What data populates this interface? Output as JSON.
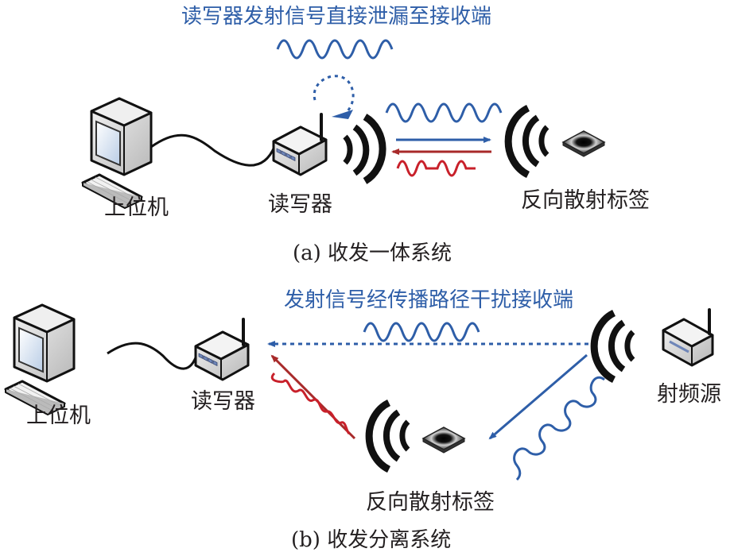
{
  "panel_a": {
    "caption": "(a) 收发一体系统",
    "annotation": "读写器发射信号直接泄漏至接收端",
    "labels": {
      "host": "上位机",
      "reader": "读写器",
      "tag": "反向散射标签"
    }
  },
  "panel_b": {
    "caption": "(b) 收发分离系统",
    "annotation": "发射信号经传播路径干扰接收端",
    "labels": {
      "host": "上位机",
      "reader": "读写器",
      "tag": "反向散射标签",
      "rf_source": "射频源"
    }
  },
  "colors": {
    "blue": "#2e5ea8",
    "red": "#c8202a",
    "dark_red": "#a82a2a",
    "black": "#1a1a1a",
    "text": "#231f20"
  }
}
